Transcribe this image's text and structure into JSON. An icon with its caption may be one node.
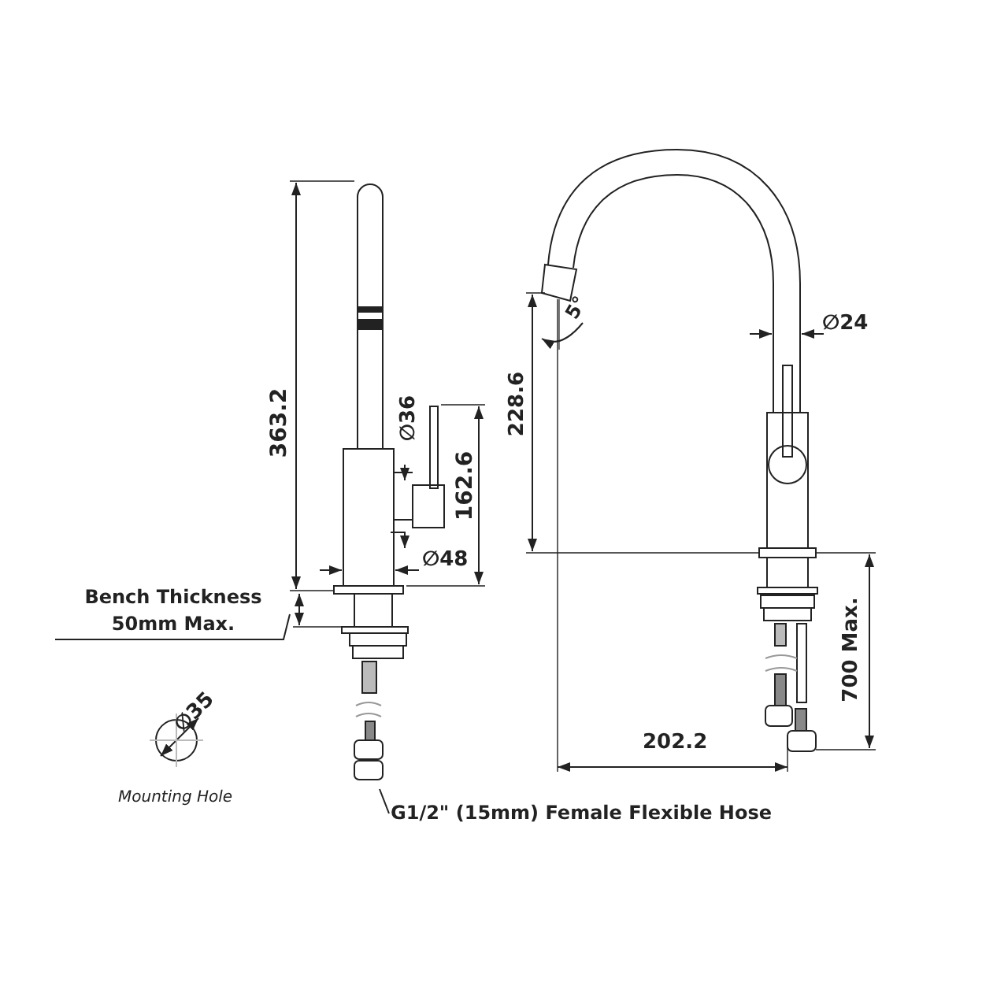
{
  "diagram": {
    "nodes": [
      {
        "text": [
          "Bench Thickness 50mm Max."
        ]
      },
      {
        "text": [
          "G1/2\" (15mm) Female Flexible Hose"
        ]
      }
    ],
    "edges": [
      {
        "from": 0,
        "to": null,
        "arrow": "none"
      },
      {
        "from": 1,
        "to": null,
        "arrow": "none"
      }
    ],
    "labels": [
      "363.2",
      "∅36",
      "162.6",
      "∅48",
      "∅35",
      "Mounting Hole",
      "5°",
      "∅24",
      "228.6",
      "700 Max.",
      "202.2"
    ]
  }
}
